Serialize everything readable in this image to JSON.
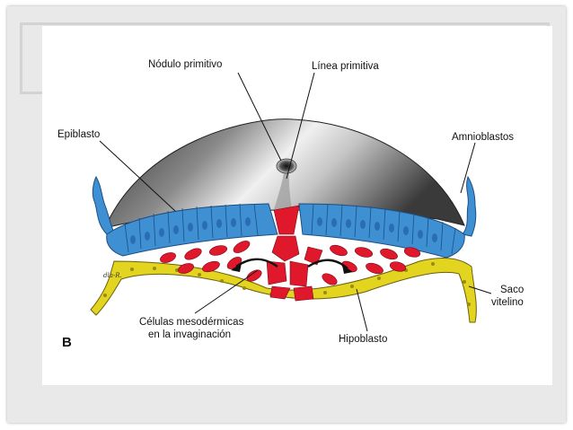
{
  "figure": {
    "panel_letter": "B",
    "signature": "dla-R.",
    "labels": {
      "nodulo": "Nódulo primitivo",
      "linea": "Línea primitiva",
      "epiblasto": "Epiblasto",
      "amnioblastos": "Amnioblastos",
      "saco_1": "Saco",
      "saco_2": "vitelino",
      "celulas_1": "Células mesodérmicas",
      "celulas_2": "en la invaginación",
      "hipoblasto": "Hipoblasto"
    },
    "colors": {
      "epiblast": "#3f8fd3",
      "hypoblast": "#e3d41f",
      "mesoderm": "#e0182c",
      "amnion_dark": "#3a3a3a",
      "amnion_light": "#e4e4e4"
    }
  }
}
